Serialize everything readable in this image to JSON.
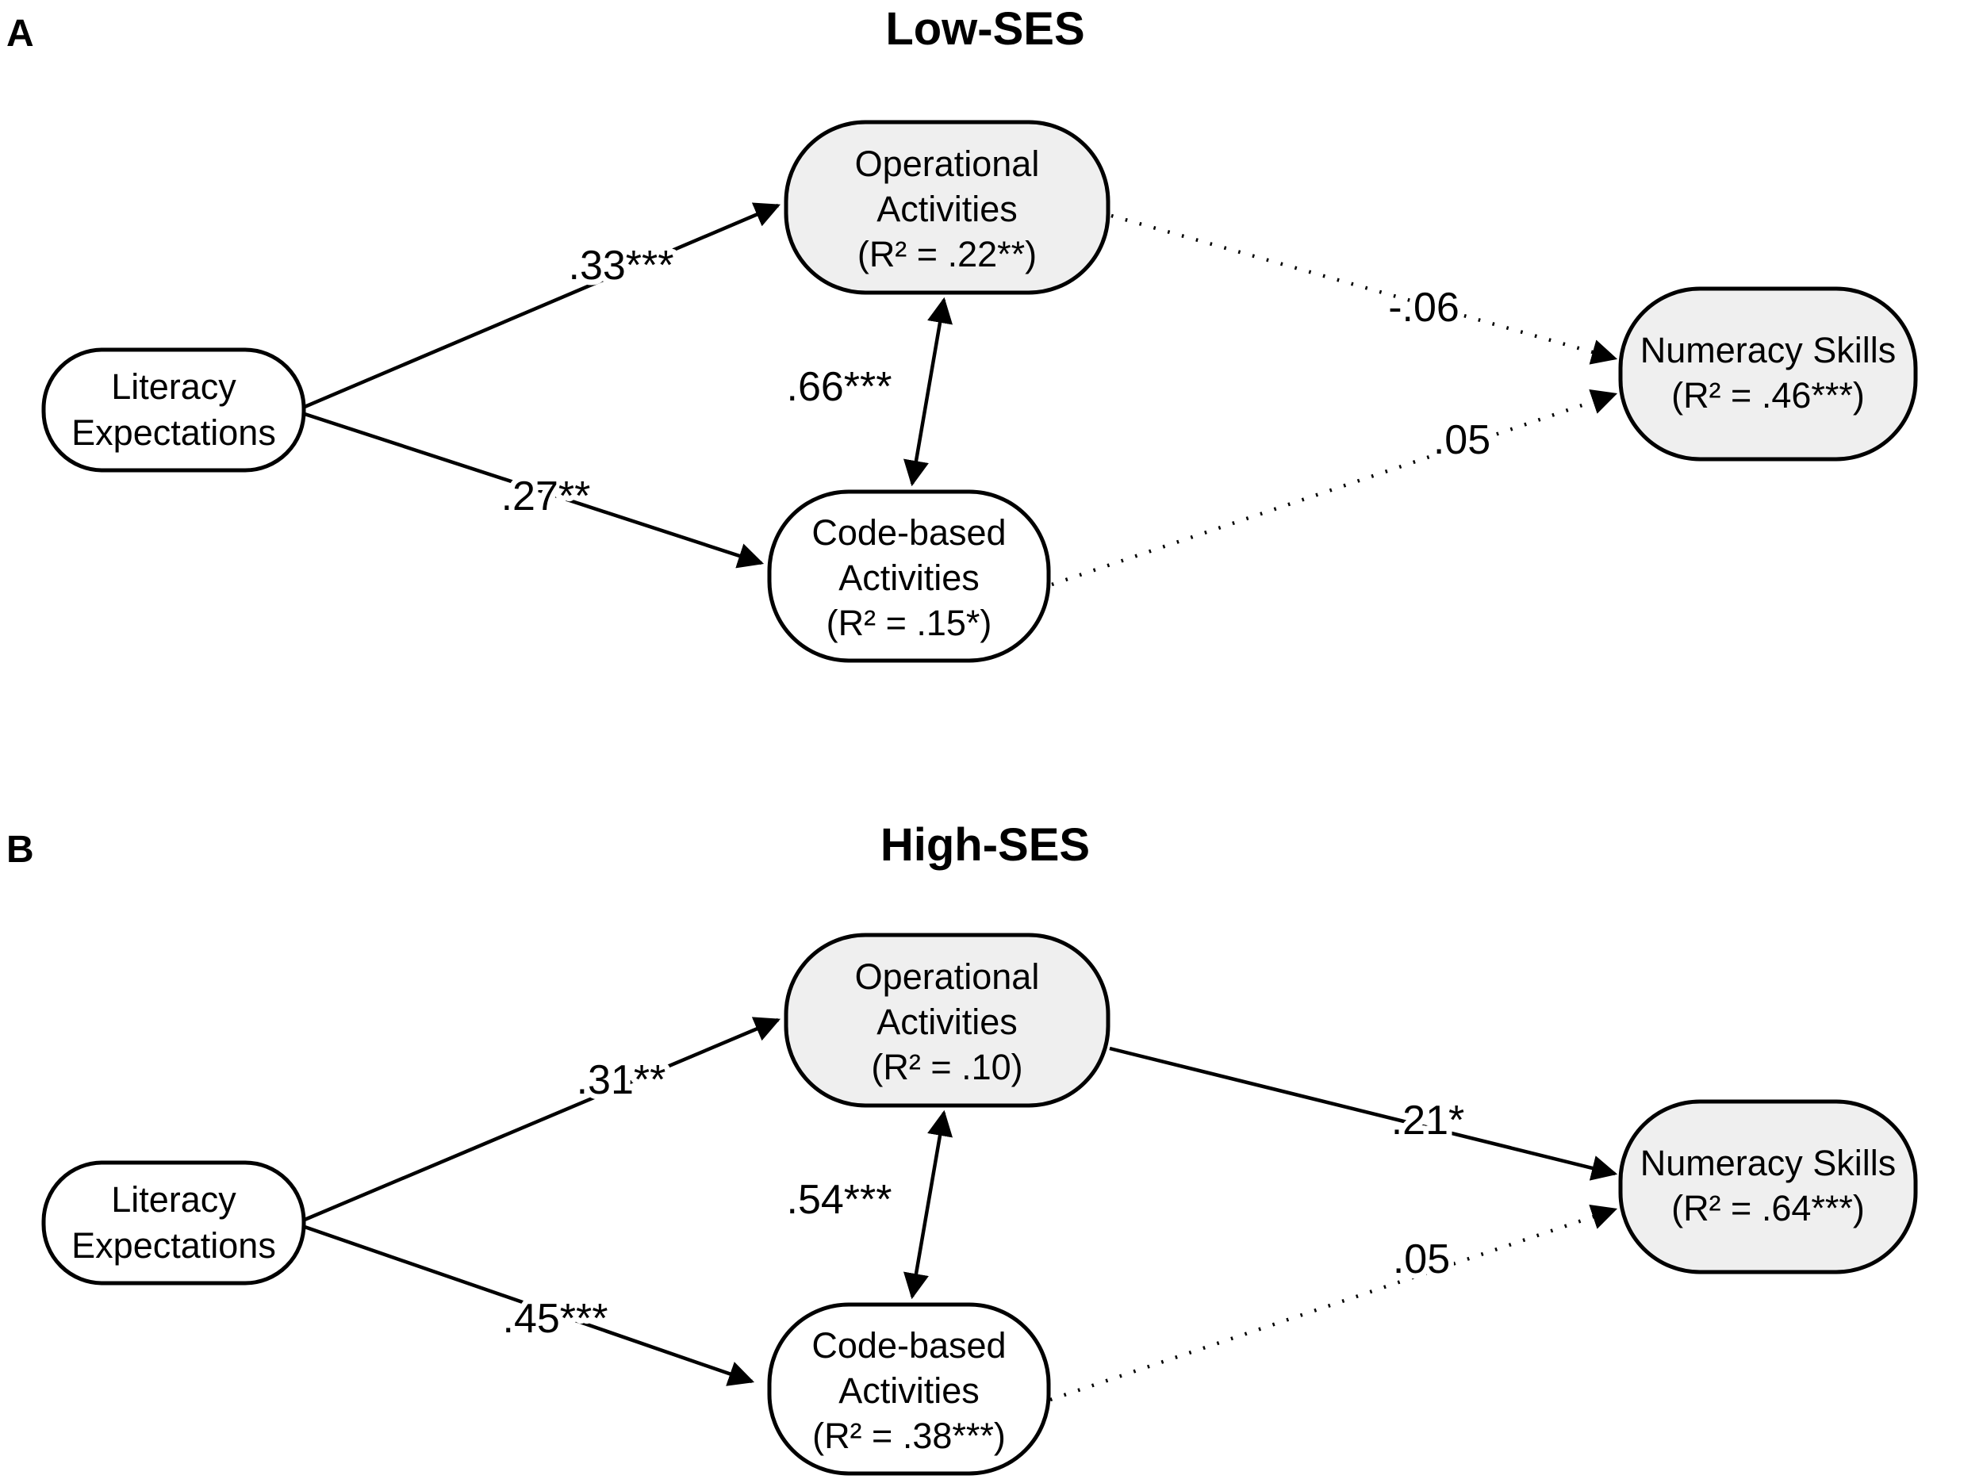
{
  "figure": {
    "colors": {
      "node_fill_gray": "#efefef",
      "node_fill_white": "#ffffff",
      "stroke": "#000000"
    },
    "panels": [
      {
        "label": "A",
        "title": "Low-SES",
        "nodes": {
          "literacy": {
            "line1": "Literacy",
            "line2": "Expectations"
          },
          "operational": {
            "line1": "Operational",
            "line2": "Activities",
            "line3": "(R² = .22**)"
          },
          "codebased": {
            "line1": "Code-based",
            "line2": "Activities",
            "line3": "(R² = .15*)"
          },
          "numeracy": {
            "line1": "Numeracy Skills",
            "line2": "(R² = .46***)"
          }
        },
        "coefficients": {
          "lit_to_op": ".33***",
          "lit_to_code": ".27**",
          "op_code_cov": ".66***",
          "op_to_num": "-.06",
          "code_to_num": ".05"
        }
      },
      {
        "label": "B",
        "title": "High-SES",
        "nodes": {
          "literacy": {
            "line1": "Literacy",
            "line2": "Expectations"
          },
          "operational": {
            "line1": "Operational",
            "line2": "Activities",
            "line3": "(R² = .10)"
          },
          "codebased": {
            "line1": "Code-based",
            "line2": "Activities",
            "line3": "(R² = .38***)"
          },
          "numeracy": {
            "line1": "Numeracy Skills",
            "line2": "(R² = .64***)"
          }
        },
        "coefficients": {
          "lit_to_op": ".31**",
          "lit_to_code": ".45***",
          "op_code_cov": ".54***",
          "op_to_num": ".21*",
          "code_to_num": ".05"
        }
      }
    ]
  }
}
